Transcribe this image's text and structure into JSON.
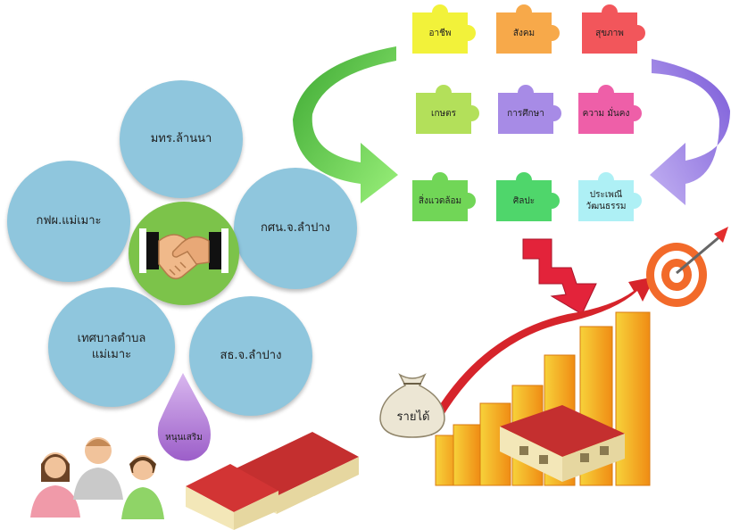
{
  "network": {
    "center_icon": "handshake-icon",
    "partners": [
      "มทร.ล้านนา",
      "กศน.จ.ลำปาง",
      "สธ.จ.ลำปาง",
      "เทศบาลตำบล แม่เมาะ",
      "กฟผ.แม่เมาะ"
    ],
    "drop_label": "หนุนเสริม"
  },
  "puzzle": {
    "pieces": [
      {
        "label": "อาชีพ",
        "color": "#f2f23a"
      },
      {
        "label": "สังคม",
        "color": "#f7a94a"
      },
      {
        "label": "สุขภาพ",
        "color": "#f2565b"
      },
      {
        "label": "เกษตร",
        "color": "#b3e05a"
      },
      {
        "label": "การศึกษา",
        "color": "#a78be6"
      },
      {
        "label": "ความ มั่นคง",
        "color": "#ee5fa8"
      },
      {
        "label": "สิ่งแวดล้อม",
        "color": "#71d657"
      },
      {
        "label": "ศิลปะ",
        "color": "#4fd66b"
      },
      {
        "label": "ประเพณี วัฒนธรรม",
        "color": "#aef0f5"
      }
    ]
  },
  "growth": {
    "money_bag_label": "รายได้",
    "icons": [
      "target-icon",
      "money-bag-icon",
      "factory-icon",
      "people-icon"
    ]
  },
  "colors": {
    "circle": "#8fc6dd",
    "center": "#7cc34a",
    "green_arrow": "#6cd24c",
    "purple_arrow": "#9b80e8",
    "red_arrow": "#e3233a",
    "bars": "#f6a214"
  }
}
